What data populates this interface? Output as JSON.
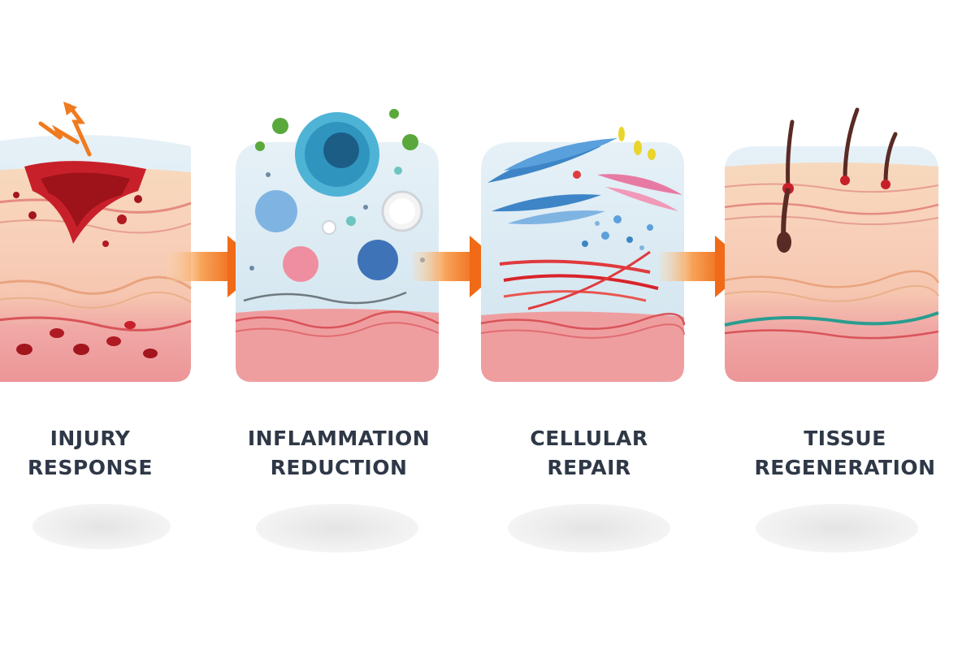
{
  "stages": [
    {
      "line1": "INJURY",
      "line2": "RESPONSE"
    },
    {
      "line1": "INFLAMMATION",
      "line2": "REDUCTION"
    },
    {
      "line1": "CELLULAR",
      "line2": "REPAIR"
    },
    {
      "line1": "TISSUE",
      "line2": "REGENERATION"
    }
  ],
  "colors": {
    "label_text": "#2f3847",
    "arrow": "#f07a1e",
    "skin_top": "#f6d3b6",
    "skin_mid": "#f7c2b4",
    "skin_bottom": "#ef9ea0",
    "blood": "#c8202a",
    "sky": "#dbeaf2",
    "teal": "#2a9d8f"
  }
}
